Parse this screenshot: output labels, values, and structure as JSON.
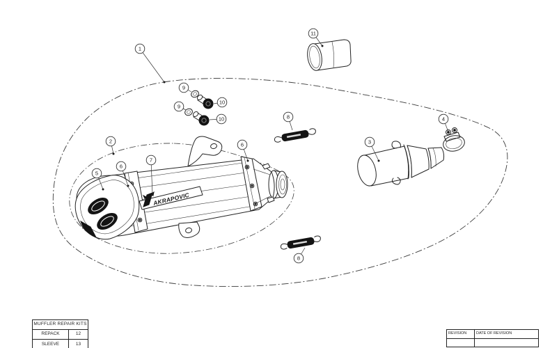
{
  "colors": {
    "line": "#222222",
    "boundary": "#3a3a3a",
    "dark_fill": "#141414",
    "background": "#ffffff"
  },
  "brand": {
    "muffler_logo_text": "AKRAPOVIC"
  },
  "callouts": [
    "1",
    "2",
    "3",
    "4",
    "5",
    "6",
    "6",
    "7",
    "8",
    "8",
    "9",
    "9",
    "10",
    "10",
    "11"
  ],
  "repair_kits_table": {
    "title": "MUFFLER REPAIR KITS",
    "rows": [
      {
        "name": "REPACK",
        "qty": "12"
      },
      {
        "name": "SLEEVE",
        "qty": "13"
      }
    ]
  },
  "revision_table": {
    "headers": [
      "REVISION",
      "DATE OF REVISION"
    ],
    "rows": [
      {
        "revision": "",
        "date_of_revision": ""
      }
    ]
  }
}
